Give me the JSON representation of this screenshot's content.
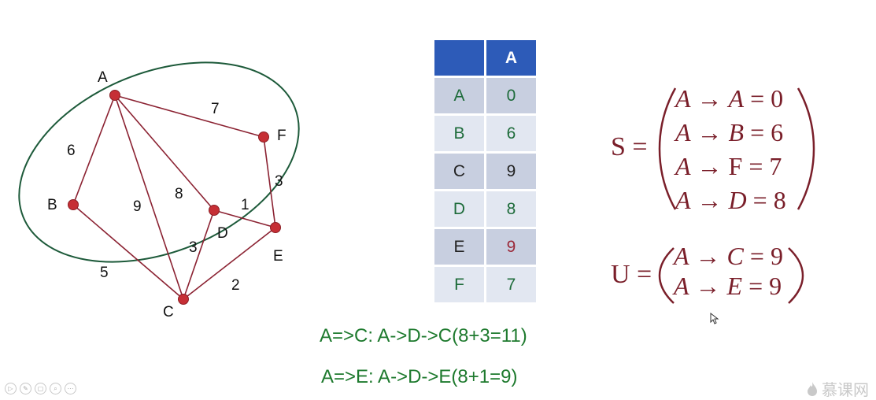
{
  "graph": {
    "nodes": [
      {
        "id": "A",
        "label": "A"
      },
      {
        "id": "B",
        "label": "B"
      },
      {
        "id": "C",
        "label": "C"
      },
      {
        "id": "D",
        "label": "D"
      },
      {
        "id": "E",
        "label": "E"
      },
      {
        "id": "F",
        "label": "F"
      }
    ],
    "edges": [
      {
        "from": "A",
        "to": "F",
        "weight": "7"
      },
      {
        "from": "A",
        "to": "B",
        "weight": "6"
      },
      {
        "from": "A",
        "to": "C",
        "weight": "9"
      },
      {
        "from": "A",
        "to": "D",
        "weight": "8"
      },
      {
        "from": "D",
        "to": "E",
        "weight": "1"
      },
      {
        "from": "F",
        "to": "E",
        "weight": "3"
      },
      {
        "from": "D",
        "to": "C",
        "weight": "3"
      },
      {
        "from": "B",
        "to": "C",
        "weight": "5"
      },
      {
        "from": "C",
        "to": "E",
        "weight": "2"
      }
    ],
    "colors": {
      "edge": "#8b2232",
      "node": "#c62f35",
      "ellipse": "#1d5a3a"
    }
  },
  "table": {
    "header": [
      "",
      "A"
    ],
    "rows": [
      {
        "name": "A",
        "value": "0"
      },
      {
        "name": "B",
        "value": "6"
      },
      {
        "name": "C",
        "value": "9"
      },
      {
        "name": "D",
        "value": "8"
      },
      {
        "name": "E",
        "value": "9"
      },
      {
        "name": "F",
        "value": "7"
      }
    ]
  },
  "paths": [
    "A=>C: A->D->C(8+3=11)",
    "A=>E: A->D->E(8+1=9)"
  ],
  "sets": {
    "S": {
      "name": "S =",
      "lines": [
        [
          "A",
          "A",
          "0"
        ],
        [
          "A",
          "B",
          "6"
        ],
        [
          "A",
          "F",
          "7"
        ],
        [
          "A",
          "D",
          "8"
        ]
      ]
    },
    "U": {
      "name": "U =",
      "lines": [
        [
          "A",
          "C",
          "9"
        ],
        [
          "A",
          "E",
          "9"
        ]
      ]
    }
  },
  "watermark": "慕课网"
}
